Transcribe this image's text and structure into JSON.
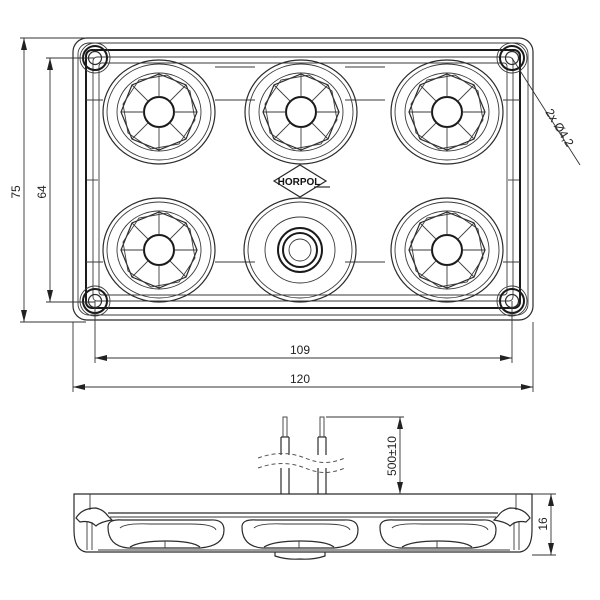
{
  "drawing": {
    "type": "technical-drawing",
    "subject": "lamp housing with 6 recesses",
    "logo_text": "HORPOL",
    "top_view": {
      "dimensions": {
        "overall_height": "75",
        "hole_spacing_vertical": "64",
        "hole_spacing_horizontal": "109",
        "overall_width": "120",
        "mounting_holes": "2x Ø4,2"
      },
      "lamp_positions": [
        {
          "row": 1,
          "col": 1,
          "type": "octagon-lens"
        },
        {
          "row": 1,
          "col": 2,
          "type": "octagon-lens"
        },
        {
          "row": 1,
          "col": 3,
          "type": "octagon-lens"
        },
        {
          "row": 2,
          "col": 1,
          "type": "octagon-lens"
        },
        {
          "row": 2,
          "col": 2,
          "type": "round-grommet"
        },
        {
          "row": 2,
          "col": 3,
          "type": "octagon-lens"
        }
      ]
    },
    "side_view": {
      "dimensions": {
        "cable_length": "500±10",
        "depth": "16"
      },
      "cables": 2
    }
  }
}
